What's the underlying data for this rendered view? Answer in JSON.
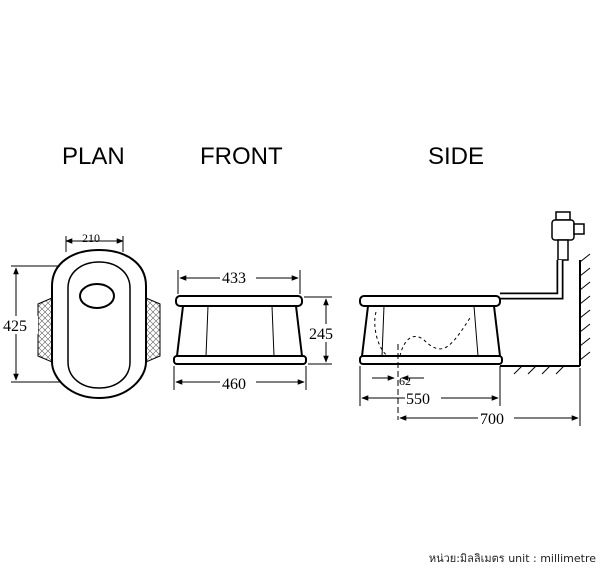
{
  "views": {
    "plan": {
      "title": "PLAN",
      "width": "210",
      "length": "425"
    },
    "front": {
      "title": "FRONT",
      "top_width": "433",
      "height": "245",
      "base_width": "460"
    },
    "side": {
      "title": "SIDE",
      "offset": "62",
      "depth": "550",
      "wall_distance": "700"
    }
  },
  "unit_label": "หน่วย:มิลลิเมตร    unit : millimetre",
  "colors": {
    "line": "#000000",
    "background": "#ffffff"
  }
}
